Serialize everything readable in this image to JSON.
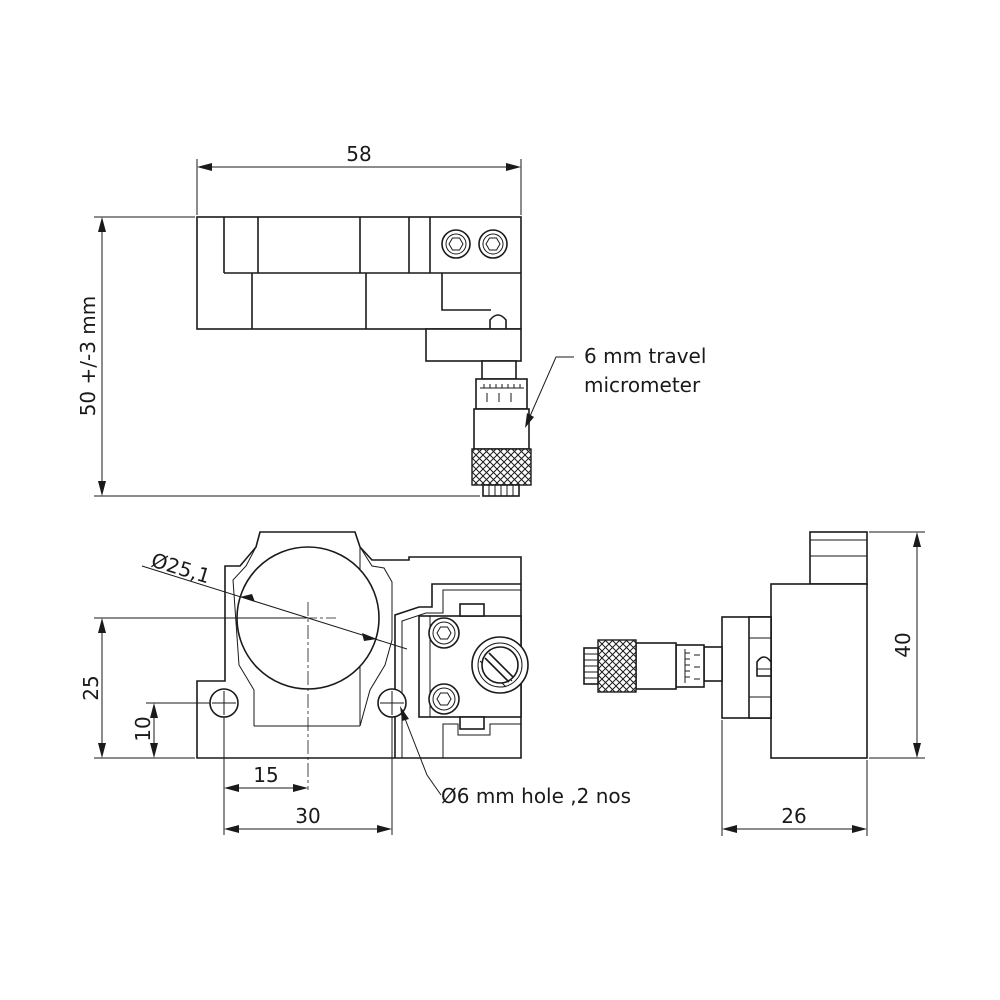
{
  "dimensions": {
    "width_top": "58",
    "height_side": "50  +/-3 mm",
    "bore_diameter": "Ø25,1",
    "height_front": "25",
    "hole_height": "10",
    "hole_offset": "15",
    "hole_spacing": "30",
    "side_height": "40",
    "side_depth": "26"
  },
  "annotations": {
    "micrometer_line1": "6 mm travel",
    "micrometer_line2": "micrometer",
    "hole_note": "Ø6 mm hole ,2 nos"
  }
}
